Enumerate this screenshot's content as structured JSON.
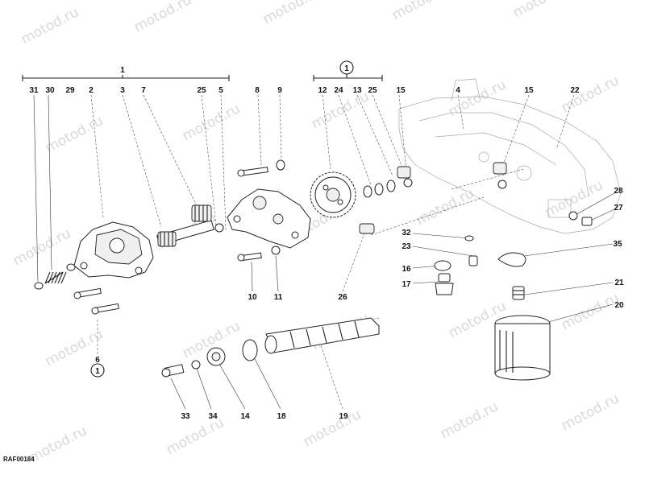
{
  "watermark": "motod.ru",
  "reference_code": "RAF00184",
  "callouts": [
    "1",
    "31",
    "30",
    "29",
    "2",
    "3",
    "7",
    "25",
    "5",
    "8",
    "9",
    "12",
    "24",
    "13",
    "25",
    "15",
    "4",
    "15",
    "22",
    "28",
    "27",
    "32",
    "23",
    "35",
    "16",
    "17",
    "21",
    "20",
    "26",
    "10",
    "11",
    "6",
    "33",
    "34",
    "14",
    "18",
    "19"
  ],
  "circled_refs": [
    "1",
    "1"
  ]
}
